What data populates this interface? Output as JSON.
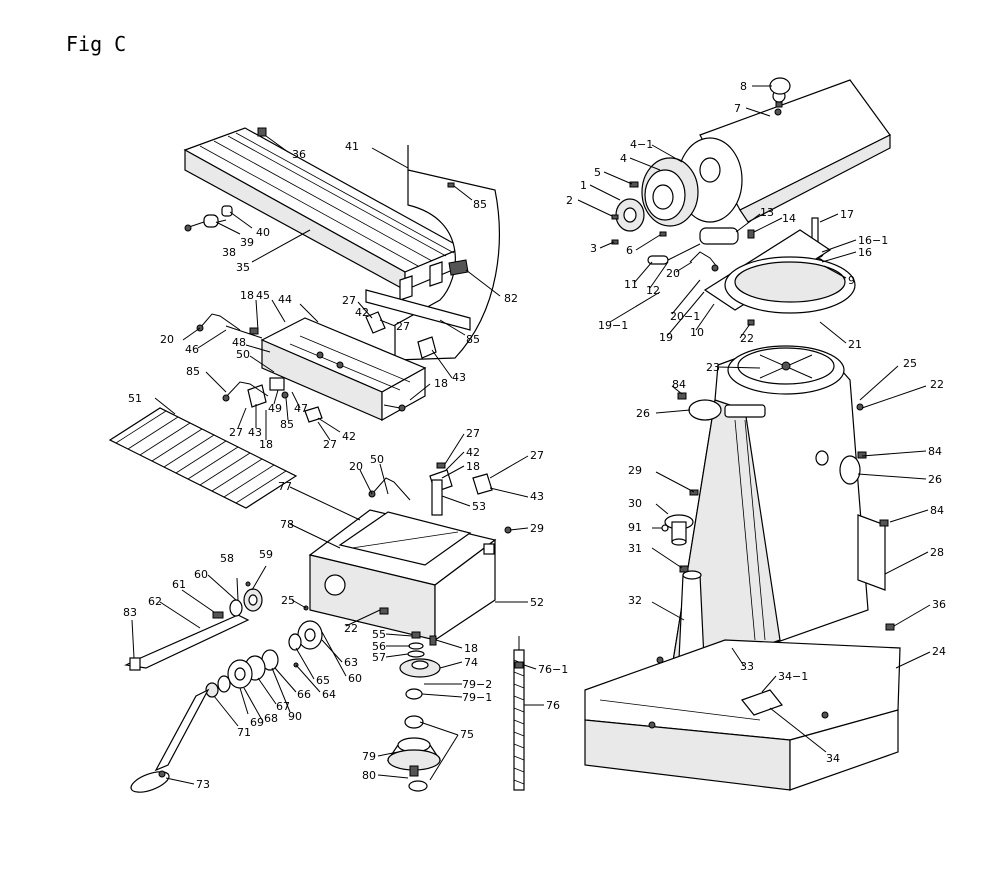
{
  "figure": {
    "title": "Fig C",
    "callouts": {
      "c36a": "36",
      "c41": "41",
      "c85a": "85",
      "c35": "35",
      "c38": "38",
      "c39": "39",
      "c40": "40",
      "c82": "82",
      "c27a": "27",
      "c42a": "42",
      "c27b": "27",
      "c85b": "85",
      "c43a": "43",
      "c18a": "18",
      "c45": "45",
      "c44": "44",
      "c20a": "20",
      "c46": "46",
      "c48": "48",
      "c50a": "50",
      "c85c": "85",
      "c51": "51",
      "c27c": "27",
      "c43b": "43",
      "c18b": "18",
      "c49": "49",
      "c85d": "85",
      "c47": "47",
      "c18c": "18",
      "c42b": "42",
      "c27d": "27",
      "c27e": "27",
      "c42c": "42",
      "c18d": "18",
      "c27f": "27",
      "c43c": "43",
      "c20b": "20",
      "c50b": "50",
      "c77": "77",
      "c53": "53",
      "c29a": "29",
      "c78": "78",
      "c52": "52",
      "c59": "59",
      "c58": "58",
      "c60a": "60",
      "c61": "61",
      "c62": "62",
      "c83": "83",
      "c25a": "25",
      "c22a": "22",
      "c55": "55",
      "c56": "56",
      "c57": "57",
      "c18e": "18",
      "c74": "74",
      "c79_2": "79−2",
      "c79_1": "79−1",
      "c63": "63",
      "c60b": "60",
      "c65": "65",
      "c64": "64",
      "c66": "66",
      "c90": "90",
      "c67": "67",
      "c68": "68",
      "c69": "69",
      "c71": "71",
      "c73": "73",
      "c75": "75",
      "c79": "79",
      "c80": "80",
      "c76_1": "76−1",
      "c76": "76",
      "c8": "8",
      "c7": "7",
      "c4_1": "4−1",
      "c4": "4",
      "c5": "5",
      "c1": "1",
      "c2": "2",
      "c3": "3",
      "c6": "6",
      "c13": "13",
      "c14": "14",
      "c17": "17",
      "c16_1": "16−1",
      "c16": "16",
      "c9": "9",
      "c11": "11",
      "c12": "12",
      "c20c": "20",
      "c19_1": "19−1",
      "c20_1": "20−1",
      "c19": "19",
      "c10": "10",
      "c22b": "22",
      "c21": "21",
      "c23": "23",
      "c25b": "25",
      "c22c": "22",
      "c84a": "84",
      "c26a": "26",
      "c84b": "84",
      "c26b": "26",
      "c29b": "29",
      "c30": "30",
      "c91": "91",
      "c84c": "84",
      "c28": "28",
      "c31": "31",
      "c32": "32",
      "c36b": "36",
      "c24": "24",
      "c33": "33",
      "c34_1": "34−1",
      "c34": "34"
    }
  }
}
